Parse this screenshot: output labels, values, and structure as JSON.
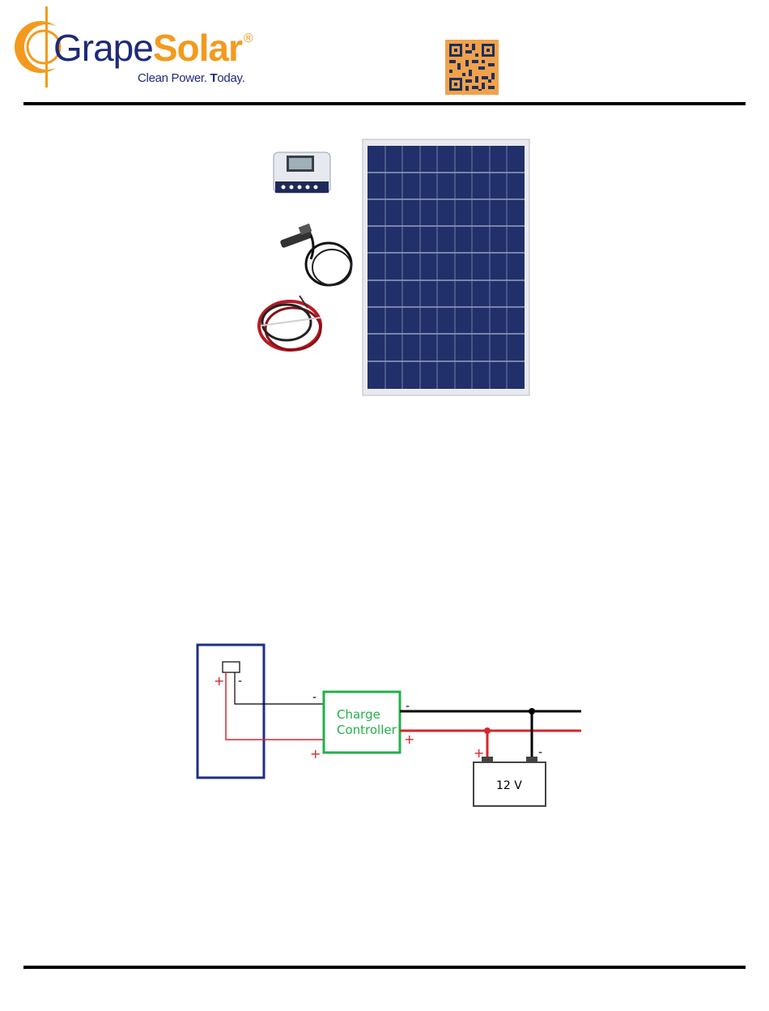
{
  "brand": {
    "name_part1": "Grape",
    "name_part2": "Solar",
    "registered": "®",
    "tagline_part1": "Clean Power. ",
    "tagline_t": "T",
    "tagline_part2": "oday.",
    "colors": {
      "navy": "#1e2a7a",
      "orange": "#f39a1e"
    }
  },
  "header": {
    "qr_icon": "qr-code-icon"
  },
  "product_image": {
    "components": [
      "charge-controller-icon",
      "mc4-cable-icon",
      "battery-cable-icon",
      "solar-panel-icon"
    ]
  },
  "wiring_diagram": {
    "panel_minus": "-",
    "panel_plus": "+",
    "controller_in_minus": "-",
    "controller_in_plus": "+",
    "controller_line1": "Charge",
    "controller_line2": "Controller",
    "controller_out_minus": "-",
    "controller_out_plus": "+",
    "battery_plus": "+",
    "battery_minus": "-",
    "battery_label": "12 V",
    "colors": {
      "panel": "#1f2e86",
      "controller": "#22b04a",
      "positive": "#d7262e",
      "negative": "#000000",
      "battery": "#444444"
    }
  }
}
